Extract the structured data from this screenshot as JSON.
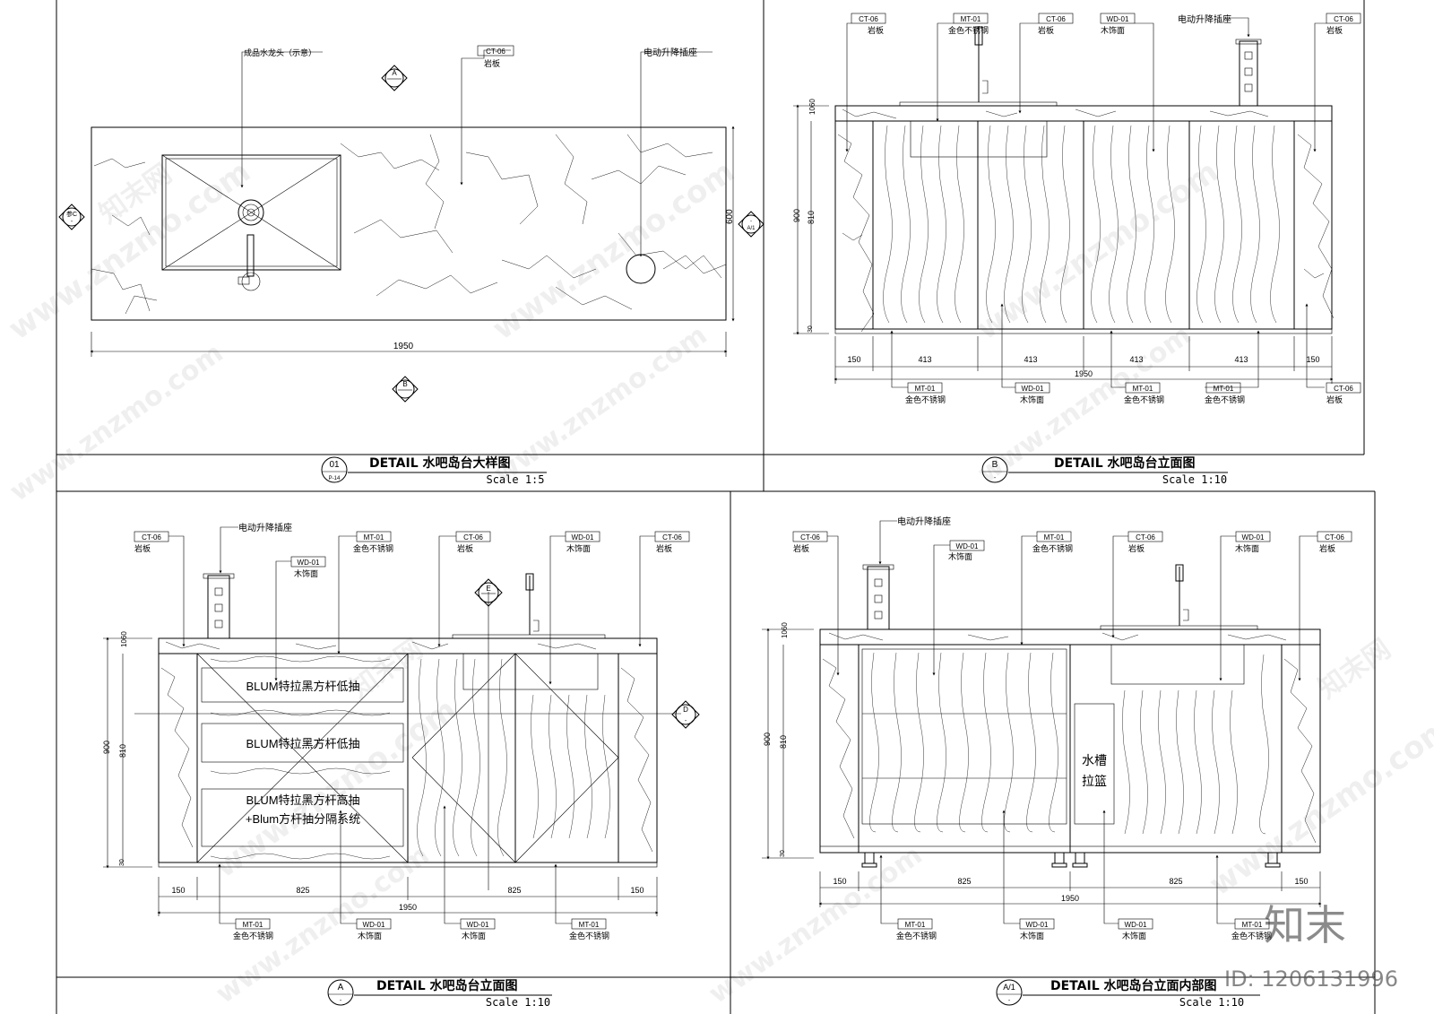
{
  "panels": {
    "p01": {
      "title": "DETAIL 水吧岛台大样图",
      "scale": "Scale 1:5",
      "bubble_top": "01",
      "bubble_bottom": "P-14",
      "labels": {
        "faucet": "成品水龙头（示意）",
        "socket": "电动升降插座",
        "ct_code": "CT-06",
        "ct_name": "岩板"
      },
      "dims": {
        "width": "1950",
        "depth": "600"
      },
      "markers": {
        "a": "A",
        "b": "B",
        "c": "参C",
        "c_sub": "-",
        "a1": "A/1"
      }
    },
    "pb": {
      "title": "DETAIL 水吧岛台立面图",
      "scale": "Scale 1:10",
      "bubble_top": "B",
      "bubble_bottom": "-",
      "top_labels": [
        {
          "code": "CT-06",
          "name": "岩板"
        },
        {
          "code": "MT-01",
          "name": "金色不锈钢"
        },
        {
          "code": "CT-06",
          "name": "岩板"
        },
        {
          "code": "WD-01",
          "name": "木饰面"
        },
        {
          "code": "",
          "name": "电动升降插座"
        },
        {
          "code": "CT-06",
          "name": "岩板"
        }
      ],
      "bottom_labels": [
        {
          "code": "MT-01",
          "name": "金色不锈钢"
        },
        {
          "code": "WD-01",
          "name": "木饰面"
        },
        {
          "code": "MT-01",
          "name": "金色不锈钢"
        },
        {
          "code": "MT-01",
          "name": "金色不锈钢"
        },
        {
          "code": "CT-06",
          "name": "岩板"
        }
      ],
      "dims_bottom": [
        "150",
        "413",
        "413",
        "413",
        "413",
        "150"
      ],
      "dim_total": "1950",
      "dims_side": {
        "total": "900",
        "body": "810",
        "top": "1060",
        "base": "30"
      }
    },
    "pa": {
      "title": "DETAIL 水吧岛台立面图",
      "scale": "Scale 1:10",
      "bubble_top": "A",
      "bubble_bottom": "-",
      "socket": "电动升降插座",
      "top_labels": [
        {
          "code": "CT-06",
          "name": "岩板"
        },
        {
          "code": "WD-01",
          "name": "木饰面"
        },
        {
          "code": "MT-01",
          "name": "金色不锈钢"
        },
        {
          "code": "CT-06",
          "name": "岩板"
        },
        {
          "code": "WD-01",
          "name": "木饰面"
        },
        {
          "code": "CT-06",
          "name": "岩板"
        }
      ],
      "drawers": [
        "BLUM特拉黑方杆低抽",
        "BLUM特拉黑方杆低抽",
        "BLUM特拉黑方杆高抽",
        "+Blum方杆抽分隔系统"
      ],
      "bottom_labels": [
        {
          "code": "MT-01",
          "name": "金色不锈钢"
        },
        {
          "code": "WD-01",
          "name": "木饰面"
        },
        {
          "code": "WD-01",
          "name": "木饰面"
        },
        {
          "code": "MT-01",
          "name": "金色不锈钢"
        }
      ],
      "dims_bottom": [
        "150",
        "825",
        "825",
        "150"
      ],
      "dim_total": "1950",
      "dims_side": {
        "total": "900",
        "body": "810",
        "top": "1060",
        "base": "30"
      },
      "markers": {
        "e": "E",
        "d": "D",
        "sub": "-"
      }
    },
    "pa1": {
      "title": "DETAIL 水吧岛台立面内部图",
      "scale": "Scale 1:10",
      "bubble_top": "A/1",
      "bubble_bottom": "-",
      "socket": "电动升降插座",
      "top_labels": [
        {
          "code": "CT-06",
          "name": "岩板"
        },
        {
          "code": "WD-01",
          "name": "木饰面"
        },
        {
          "code": "MT-01",
          "name": "金色不锈钢"
        },
        {
          "code": "CT-06",
          "name": "岩板"
        },
        {
          "code": "WD-01",
          "name": "木饰面"
        },
        {
          "code": "CT-06",
          "name": "岩板"
        }
      ],
      "basket_l1": "水槽",
      "basket_l2": "拉篮",
      "bottom_labels": [
        {
          "code": "MT-01",
          "name": "金色不锈钢"
        },
        {
          "code": "WD-01",
          "name": "木饰面"
        },
        {
          "code": "WD-01",
          "name": "木饰面"
        },
        {
          "code": "MT-01",
          "name": "金色不锈钢"
        }
      ],
      "dims_bottom": [
        "150",
        "825",
        "825",
        "150"
      ],
      "dim_total": "1950",
      "dims_side": {
        "total": "900",
        "body": "810",
        "top": "1060",
        "base": "30"
      }
    }
  },
  "watermark": {
    "site": "www.znzmo.com",
    "brand": "知末网"
  },
  "logo": "知末",
  "image_id": "ID: 1206131996"
}
